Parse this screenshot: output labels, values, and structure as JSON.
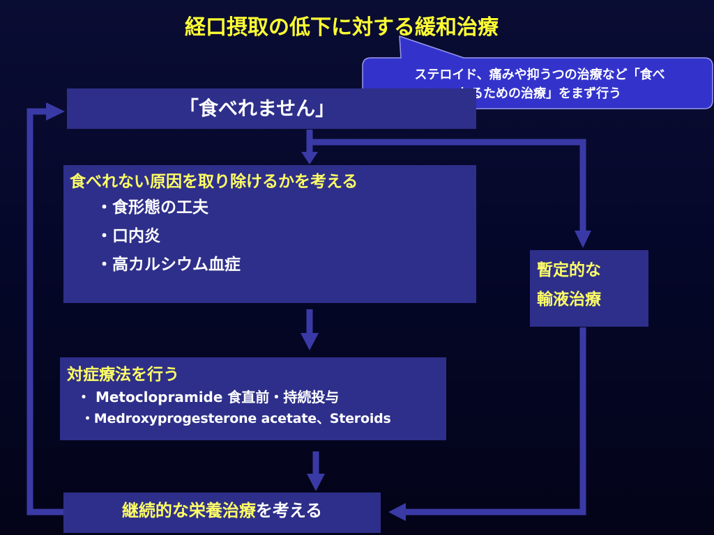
{
  "slide": {
    "title": "経口摂取の低下に対する緩和治療"
  },
  "callout": {
    "line1": "ステロイド、痛みや抑うつの治療など「食べ",
    "line2": "れるための治療」をまず行う"
  },
  "flow": {
    "start_label": "「食べれません」",
    "cause_box": {
      "heading": "食べれない原因を取り除けるかを考える",
      "items": [
        "食形態の工夫",
        "口内炎",
        "高カルシウム血症"
      ]
    },
    "symptom_box": {
      "heading": "対症療法を行う",
      "line1": "・ Metoclopramide 食直前・持続投与",
      "line2": "・Medroxyprogesterone acetate、Steroids"
    },
    "iv_box": {
      "line1": "暫定的な",
      "line2": "輸液治療"
    },
    "final_box": {
      "highlight": "継続的な栄養治療",
      "suffix": "を考える"
    }
  },
  "colors": {
    "background": "#05072a",
    "box_fill": "#2e2f8a",
    "callout_fill": "#3333cc",
    "arrow": "#3a3aa6",
    "title_text": "#ffff33",
    "highlight_text": "#ffff66",
    "body_text": "#ffffff"
  }
}
